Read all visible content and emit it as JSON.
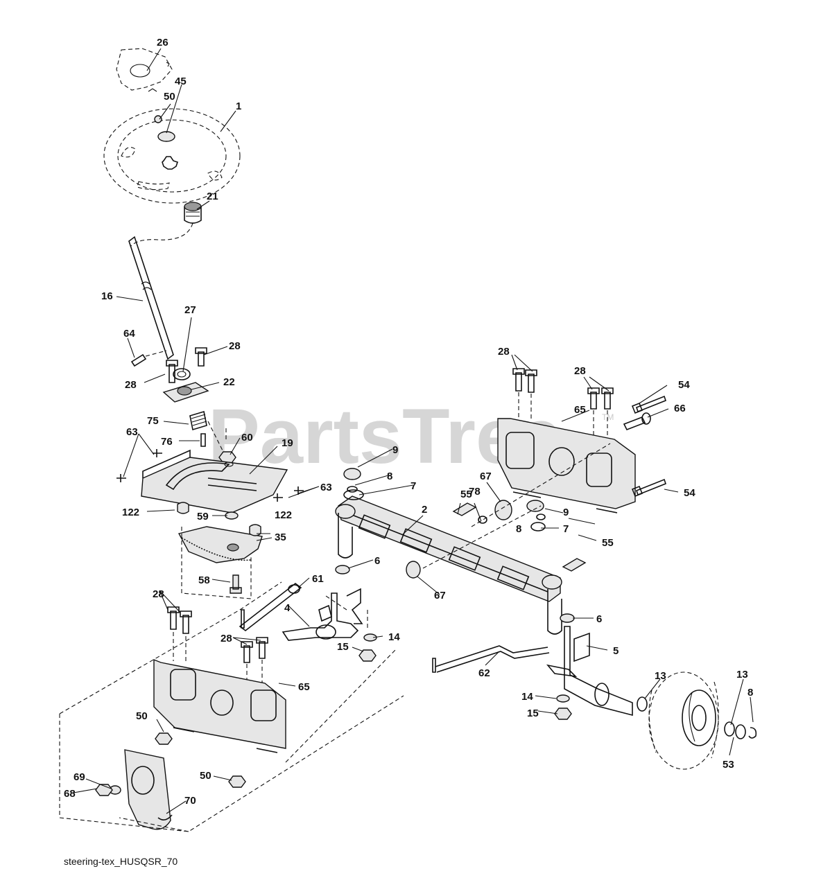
{
  "watermark": {
    "text": "PartsTree",
    "trademark": "TM"
  },
  "caption": "steering-tex_HUSQSR_70",
  "callouts": [
    {
      "id": "c26",
      "text": "26"
    },
    {
      "id": "c45",
      "text": "45"
    },
    {
      "id": "c50a",
      "text": "50"
    },
    {
      "id": "c1",
      "text": "1"
    },
    {
      "id": "c21",
      "text": "21"
    },
    {
      "id": "c16",
      "text": "16"
    },
    {
      "id": "c64",
      "text": "64"
    },
    {
      "id": "c27",
      "text": "27"
    },
    {
      "id": "c28a",
      "text": "28"
    },
    {
      "id": "c28b",
      "text": "28"
    },
    {
      "id": "c22",
      "text": "22"
    },
    {
      "id": "c75",
      "text": "75"
    },
    {
      "id": "c76",
      "text": "76"
    },
    {
      "id": "c60",
      "text": "60"
    },
    {
      "id": "c63a",
      "text": "63"
    },
    {
      "id": "c19",
      "text": "19"
    },
    {
      "id": "c63b",
      "text": "63"
    },
    {
      "id": "c122a",
      "text": "122"
    },
    {
      "id": "c59",
      "text": "59"
    },
    {
      "id": "c122b",
      "text": "122"
    },
    {
      "id": "c35",
      "text": "35"
    },
    {
      "id": "c58",
      "text": "58"
    },
    {
      "id": "c61",
      "text": "61"
    },
    {
      "id": "c28c",
      "text": "28"
    },
    {
      "id": "c4",
      "text": "4"
    },
    {
      "id": "c28d",
      "text": "28"
    },
    {
      "id": "c15a",
      "text": "15"
    },
    {
      "id": "c14a",
      "text": "14"
    },
    {
      "id": "c65a",
      "text": "65"
    },
    {
      "id": "c50b",
      "text": "50"
    },
    {
      "id": "c50c",
      "text": "50"
    },
    {
      "id": "c69",
      "text": "69"
    },
    {
      "id": "c68",
      "text": "68"
    },
    {
      "id": "c70",
      "text": "70"
    },
    {
      "id": "c9a",
      "text": "9"
    },
    {
      "id": "c8a",
      "text": "8"
    },
    {
      "id": "c7a",
      "text": "7"
    },
    {
      "id": "c55a",
      "text": "55"
    },
    {
      "id": "c78",
      "text": "78"
    },
    {
      "id": "c67a",
      "text": "67"
    },
    {
      "id": "c2",
      "text": "2"
    },
    {
      "id": "c6a",
      "text": "6"
    },
    {
      "id": "c67b",
      "text": "67"
    },
    {
      "id": "c28e",
      "text": "28"
    },
    {
      "id": "c28f",
      "text": "28"
    },
    {
      "id": "c54a",
      "text": "54"
    },
    {
      "id": "c65b",
      "text": "65"
    },
    {
      "id": "c66",
      "text": "66"
    },
    {
      "id": "c54b",
      "text": "54"
    },
    {
      "id": "c9b",
      "text": "9"
    },
    {
      "id": "c8b",
      "text": "8"
    },
    {
      "id": "c7b",
      "text": "7"
    },
    {
      "id": "c55b",
      "text": "55"
    },
    {
      "id": "c6b",
      "text": "6"
    },
    {
      "id": "c5",
      "text": "5"
    },
    {
      "id": "c62",
      "text": "62"
    },
    {
      "id": "c14b",
      "text": "14"
    },
    {
      "id": "c15b",
      "text": "15"
    },
    {
      "id": "c13a",
      "text": "13"
    },
    {
      "id": "c13b",
      "text": "13"
    },
    {
      "id": "c8c",
      "text": "8"
    },
    {
      "id": "c53",
      "text": "53"
    }
  ]
}
